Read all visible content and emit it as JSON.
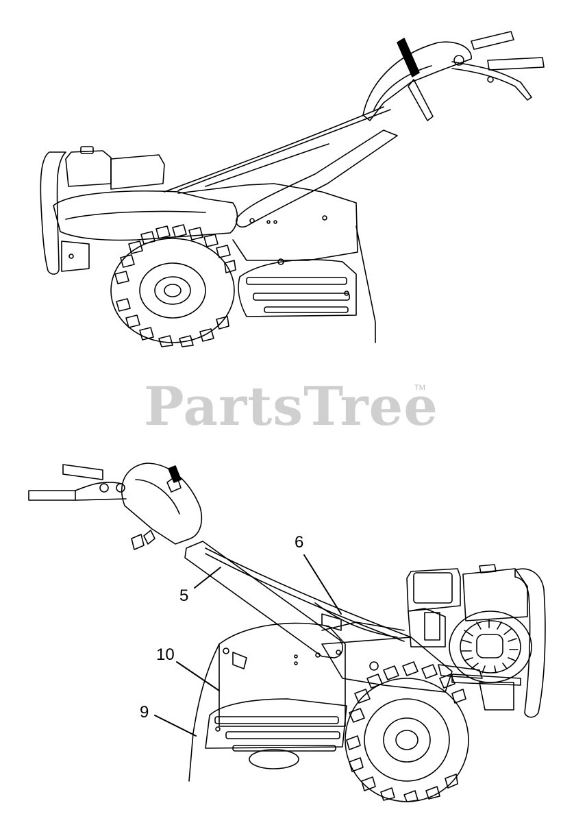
{
  "watermark": {
    "text": "PartsTree",
    "trademark": "TM"
  },
  "callouts": [
    {
      "id": "5",
      "label": "5"
    },
    {
      "id": "6",
      "label": "6"
    },
    {
      "id": "10",
      "label": "10"
    },
    {
      "id": "9",
      "label": "9"
    }
  ],
  "colors": {
    "line": "#000000",
    "background": "#ffffff",
    "watermark": "#cfcfcf"
  },
  "figures": [
    {
      "name": "tiller-upper-view",
      "view": "rear-tine tiller, handles right"
    },
    {
      "name": "tiller-lower-view",
      "view": "rear-tine tiller, handles left"
    }
  ]
}
